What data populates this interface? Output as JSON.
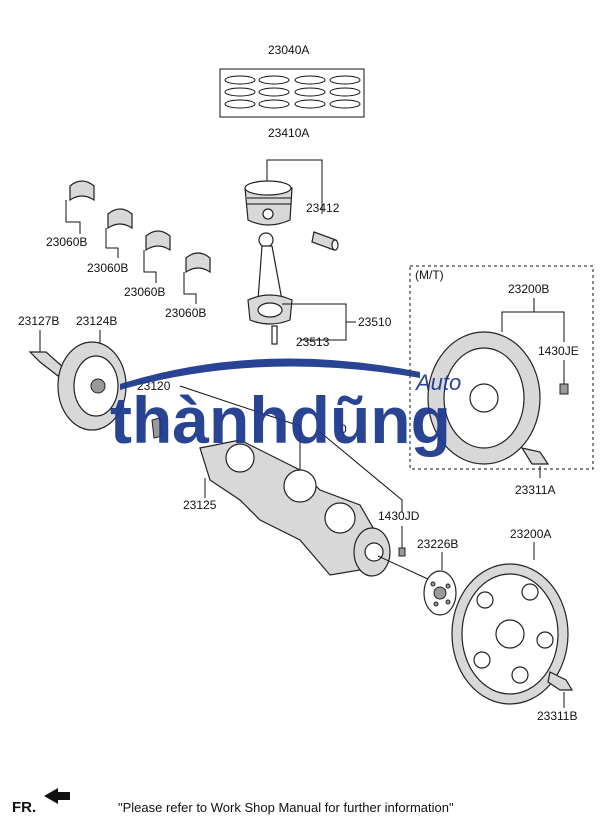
{
  "diagram": {
    "parts": {
      "piston_ring_set": "23040A",
      "piston": "23410A",
      "piston_pin": "23412",
      "bearing_1": "23060B",
      "bearing_2": "23060B",
      "bearing_3": "23060B",
      "bearing_4": "23060B",
      "connecting_rod_assy": "23510",
      "rod_bolt": "23513",
      "pulley_bolt": "23127B",
      "damper_pulley": "23124B",
      "crankshaft": "23120",
      "key": "23125",
      "pin_1430JD": "1430JD",
      "adapter_plate": "23226B",
      "drive_plate": "23200A",
      "drive_plate_bolt": "23311B",
      "flywheel": "23200B",
      "flywheel_pin": "1430JE",
      "flywheel_bolt": "23311A",
      "partial_label": "0"
    },
    "mt_label": "(M/T)",
    "fr_label": "FR.",
    "footer_note": "\"Please refer to Work Shop Manual for further information\"",
    "watermark": {
      "main": "thànhdũng",
      "sub": "Auto"
    },
    "colors": {
      "line": "#111111",
      "watermark": "#1f3a8f"
    }
  }
}
